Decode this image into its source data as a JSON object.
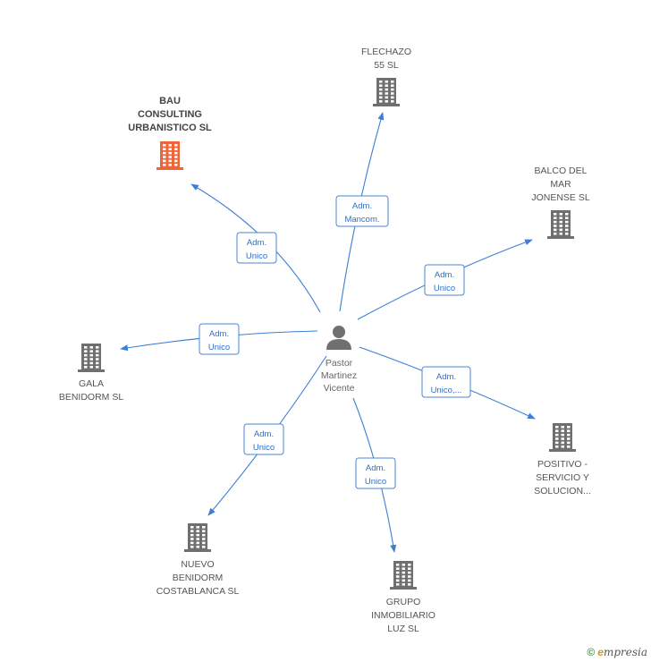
{
  "center": {
    "name_lines": [
      "Pastor",
      "Martinez",
      "Vicente"
    ],
    "icon": "person-icon"
  },
  "companies": [
    {
      "id": "bau",
      "name_lines": [
        "BAU",
        "CONSULTING",
        "URBANISTICO SL"
      ],
      "focus": true,
      "icon": "building-icon"
    },
    {
      "id": "flechazo",
      "name_lines": [
        "FLECHAZO",
        "55  SL"
      ],
      "icon": "building-icon"
    },
    {
      "id": "balco",
      "name_lines": [
        "BALCO DEL",
        "MAR",
        "JONENSE SL"
      ],
      "icon": "building-icon"
    },
    {
      "id": "gala",
      "name_lines": [
        "GALA",
        "BENIDORM SL"
      ],
      "icon": "building-icon"
    },
    {
      "id": "positivo",
      "name_lines": [
        "POSITIVO -",
        "SERVICIO Y",
        "SOLUCION..."
      ],
      "icon": "building-icon"
    },
    {
      "id": "nuevo",
      "name_lines": [
        "NUEVO",
        "BENIDORM",
        "COSTABLANCA SL"
      ],
      "icon": "building-icon"
    },
    {
      "id": "grupo",
      "name_lines": [
        "GRUPO",
        "INMOBILIARIO",
        "LUZ SL"
      ],
      "icon": "building-icon"
    }
  ],
  "relations": [
    {
      "target": "bau",
      "label_lines": [
        "Adm.",
        "Unico"
      ]
    },
    {
      "target": "flechazo",
      "label_lines": [
        "Adm.",
        "Mancom."
      ]
    },
    {
      "target": "balco",
      "label_lines": [
        "Adm.",
        "Unico"
      ]
    },
    {
      "target": "gala",
      "label_lines": [
        "Adm.",
        "Unico"
      ]
    },
    {
      "target": "positivo",
      "label_lines": [
        "Adm.",
        "Unico,..."
      ]
    },
    {
      "target": "nuevo",
      "label_lines": [
        "Adm.",
        "Unico"
      ]
    },
    {
      "target": "grupo",
      "label_lines": [
        "Adm.",
        "Unico"
      ]
    }
  ],
  "colors": {
    "focus_building": "#f0643a",
    "building": "#6f6f6f",
    "person": "#707070",
    "edge": "#3b7fd6"
  },
  "footer": {
    "copyright_symbol": "©",
    "brand_initial": "e",
    "brand_rest": "mpresia"
  }
}
